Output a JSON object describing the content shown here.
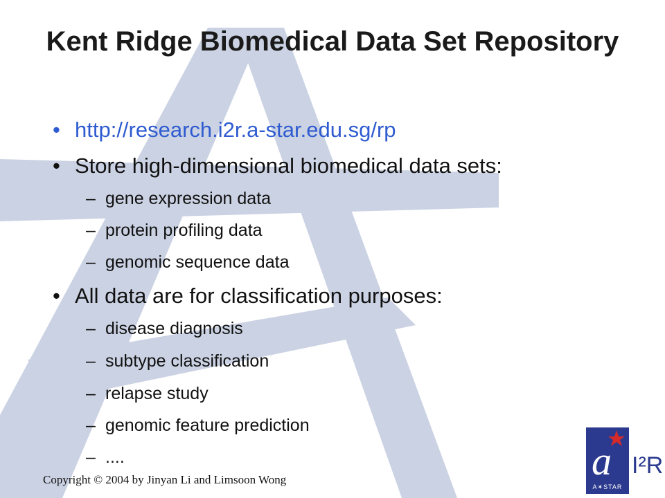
{
  "title": "Kent Ridge Biomedical Data Set Repository",
  "bullet_marker": "•",
  "sub_marker": "–",
  "bullets": [
    {
      "text": "http://research.i2r.a-star.edu.sg/rp"
    },
    {
      "text": "Store high-dimensional biomedical data sets:",
      "sub": [
        "gene expression data",
        "protein profiling data",
        "genomic sequence data"
      ]
    },
    {
      "text": "All data are for classification purposes:",
      "sub": [
        "disease diagnosis",
        "subtype classification",
        "relapse study",
        "genomic feature prediction",
        "...."
      ]
    }
  ],
  "footer": {
    "copyright": "Copyright © 2004 by Jinyan Li and Limsoon Wong"
  },
  "logo": {
    "mark": "a",
    "subtitle": "A✶STAR",
    "institute": "I²R",
    "accent_color": "#d42a2a",
    "brand_color": "#2b3a8e"
  },
  "colors": {
    "link": "#2e5bd0",
    "text": "#111111",
    "background_star": "#cbd2e3"
  }
}
